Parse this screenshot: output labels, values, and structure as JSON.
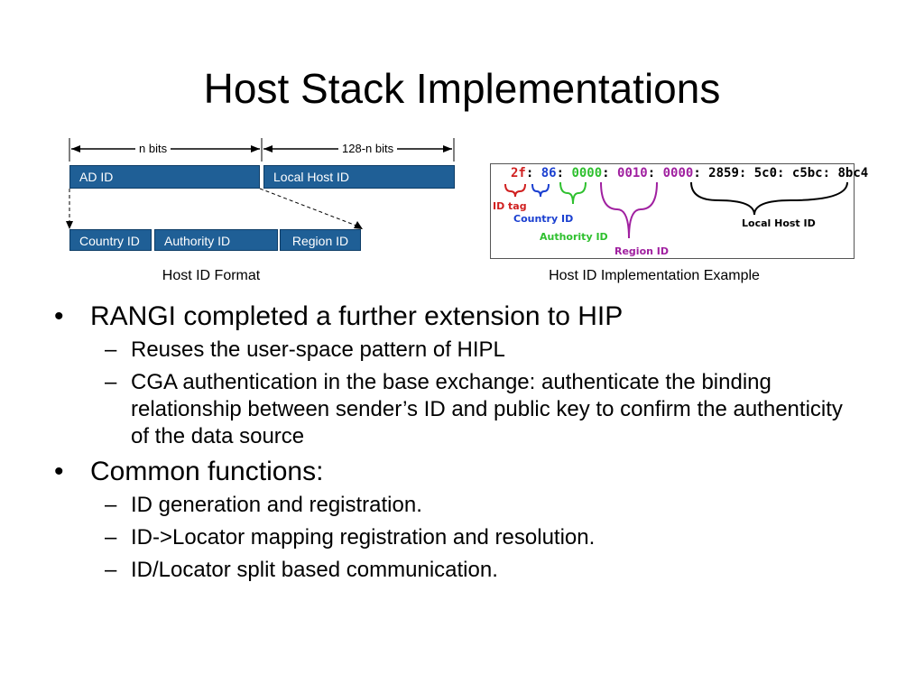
{
  "slide": {
    "title": "Host Stack Implementations"
  },
  "format_diagram": {
    "n_bits": "n bits",
    "rest_bits": "128-n bits",
    "ad_id": "AD ID",
    "local_host_id": "Local Host ID",
    "country_id": "Country ID",
    "authority_id": "Authority ID",
    "region_id": "Region ID",
    "caption": "Host ID Format"
  },
  "example": {
    "segments": [
      {
        "text": "2f",
        "color": "#d02020"
      },
      {
        "text": ": ",
        "color": "#000000"
      },
      {
        "text": "86",
        "color": "#1a3fd0"
      },
      {
        "text": ": ",
        "color": "#000000"
      },
      {
        "text": "0000",
        "color": "#2fc02f"
      },
      {
        "text": ": ",
        "color": "#000000"
      },
      {
        "text": "0010",
        "color": "#a020a0"
      },
      {
        "text": ": ",
        "color": "#000000"
      },
      {
        "text": "0000",
        "color": "#a020a0"
      },
      {
        "text": ": 2859: 5c0: c5bc: 8bc4",
        "color": "#000000"
      }
    ],
    "id_tag": "ID tag",
    "country_id": "Country ID",
    "authority_id": "Authority ID",
    "region_id": "Region ID",
    "local_host_id": "Local Host ID",
    "colors": {
      "id_tag": "#d02020",
      "country": "#1a3fd0",
      "authority": "#2fc02f",
      "region": "#a020a0",
      "local": "#000000"
    },
    "caption": "Host ID Implementation Example"
  },
  "bullets": [
    {
      "marker": "•",
      "text": "RANGI completed a further extension to HIP",
      "sub": [
        {
          "marker": "–",
          "text": "Reuses the user-space pattern of HIPL"
        },
        {
          "marker": "–",
          "text": "CGA authentication in the base exchange: authenticate the binding relationship between sender’s ID and public key to confirm the authenticity of the data source"
        }
      ]
    },
    {
      "marker": "•",
      "text": "Common functions:",
      "sub": [
        {
          "marker": "–",
          "text": "ID generation and registration."
        },
        {
          "marker": "–",
          "text": "ID->Locator mapping registration and resolution."
        },
        {
          "marker": "–",
          "text": "ID/Locator split based communication."
        }
      ]
    }
  ]
}
